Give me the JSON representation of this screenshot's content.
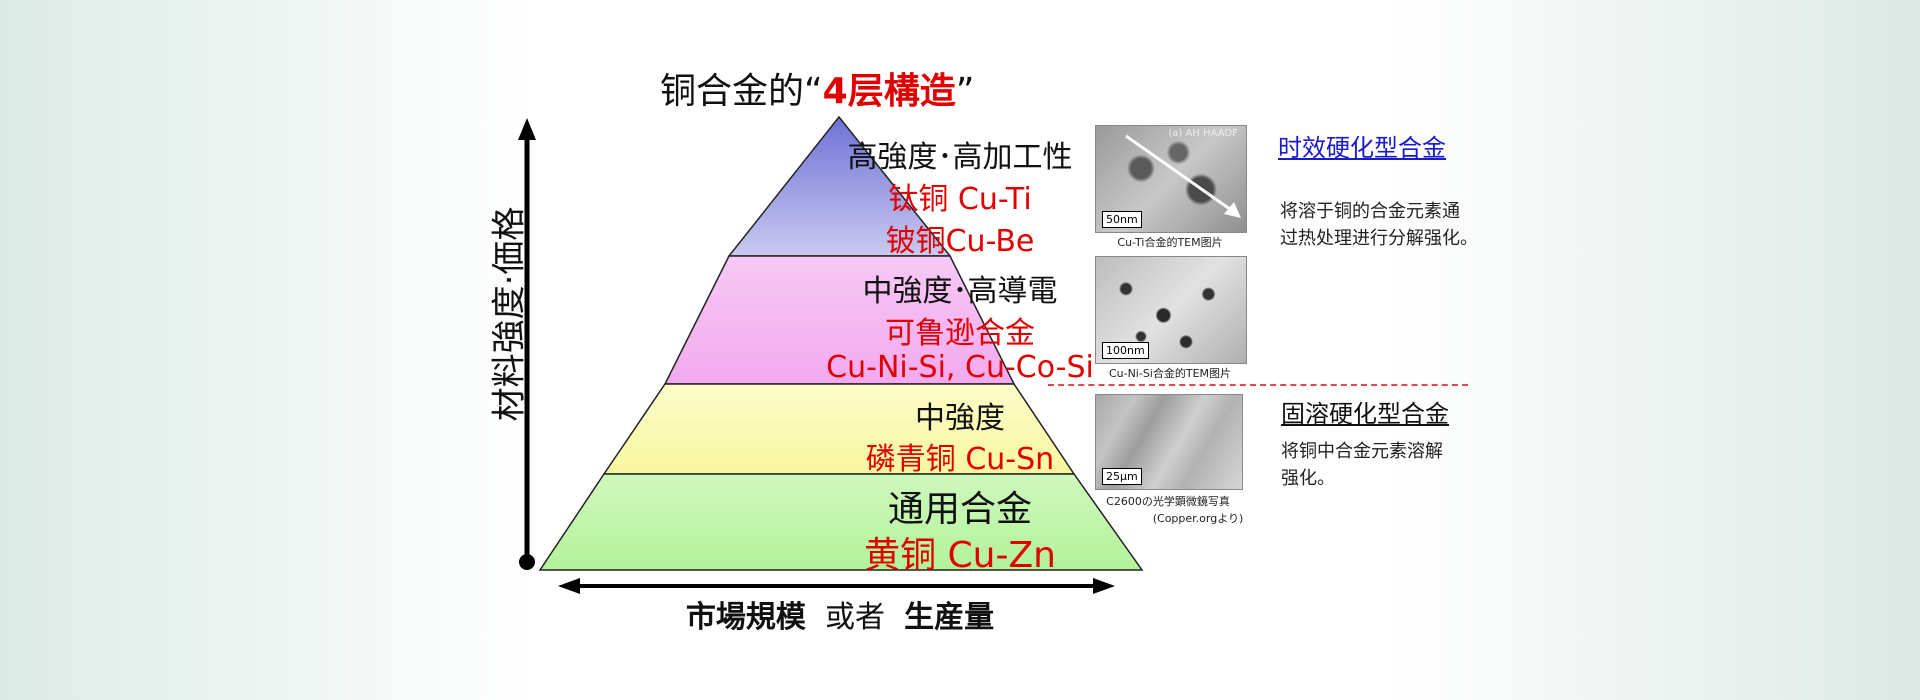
{
  "title": {
    "prefix": "铜合金的“",
    "highlight": "4层構造",
    "suffix": "”"
  },
  "axes": {
    "y_label": "材料強度·価格",
    "x_label_part1": "市場規模",
    "x_label_part2": "或者",
    "x_label_part3": "生産量"
  },
  "pyramid": {
    "tier1": {
      "heading": "高強度･高加工性",
      "line1": "钛铜  Cu-Ti",
      "line2": "铍铜Cu-Be",
      "color": "#8d8fdc"
    },
    "tier2": {
      "heading": "中強度･高導電",
      "line1": "可鲁逊合金",
      "line2": "Cu-Ni-Si, Cu-Co-Si",
      "color": "#f7b6f2"
    },
    "tier3": {
      "heading": "中強度",
      "line1": "磷青铜  Cu-Sn",
      "color": "#fbfbb0"
    },
    "tier4": {
      "heading": "通用合金",
      "line1": "黄铜  Cu-Zn",
      "color": "#bff5a8"
    }
  },
  "photos": [
    {
      "caption": "Cu-Ti合金的TEM图片",
      "scale": "50nm",
      "overlay": "(a) AH HAADF"
    },
    {
      "caption": "Cu-Ni-Si合金的TEM图片",
      "scale": "100nm",
      "overlay": ""
    },
    {
      "caption": "C2600の光学顕微鏡写真",
      "subcaption": "(Copper.orgより)",
      "scale": "25μm",
      "overlay": ""
    }
  ],
  "categories": {
    "aging": {
      "title": "时效硬化型合金",
      "desc_line1": "将溶于铜的合金元素通",
      "desc_line2": "过热处理进行分解强化。"
    },
    "solution": {
      "title": "固溶硬化型合金",
      "desc_line1": "将铜中合金元素溶解",
      "desc_line2": "强化。"
    }
  },
  "colors": {
    "accent_red": "#e00000",
    "link_blue": "#1a1acc",
    "divider_red": "#e24a4a"
  }
}
